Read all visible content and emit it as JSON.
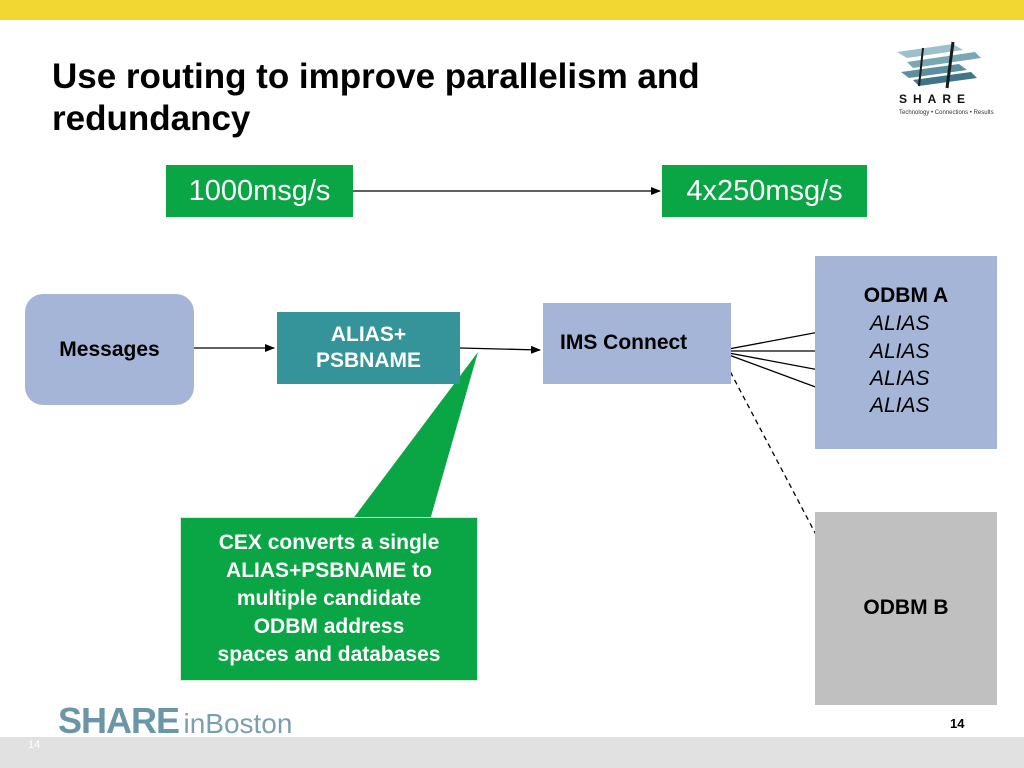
{
  "slide": {
    "title_line1": "Use routing to improve parallelism and",
    "title_line2": "redundancy",
    "slide_number": "14",
    "footer_number": "14"
  },
  "logo": {
    "wordmark": "SHARE",
    "tagline": "Technology • Connections • Results",
    "icon": "share-logo-icon"
  },
  "footer": {
    "share": "SHARE",
    "in": "in",
    "city": "Boston"
  },
  "diagram": {
    "rate_in": "1000msg/s",
    "rate_out": "4x250msg/s",
    "messages": "Messages",
    "alias_line1": "ALIAS+",
    "alias_line2": "PSBNAME",
    "ims_connect": "IMS Connect",
    "odbm_a": {
      "title": "ODBM A",
      "aliases": [
        "ALIAS",
        "ALIAS",
        "ALIAS",
        "ALIAS"
      ]
    },
    "odbm_b": {
      "title": "ODBM B"
    },
    "callout": [
      "CEX converts a single",
      "ALIAS+PSBNAME to",
      "multiple candidate",
      "ODBM address",
      "spaces and databases"
    ]
  },
  "colors": {
    "top_bar": "#f2d631",
    "green": "#0aa544",
    "teal": "#35939a",
    "lavender": "#a5b5d7",
    "gray_box": "#c0c0c0",
    "footer_band": "#e1e1e1"
  }
}
